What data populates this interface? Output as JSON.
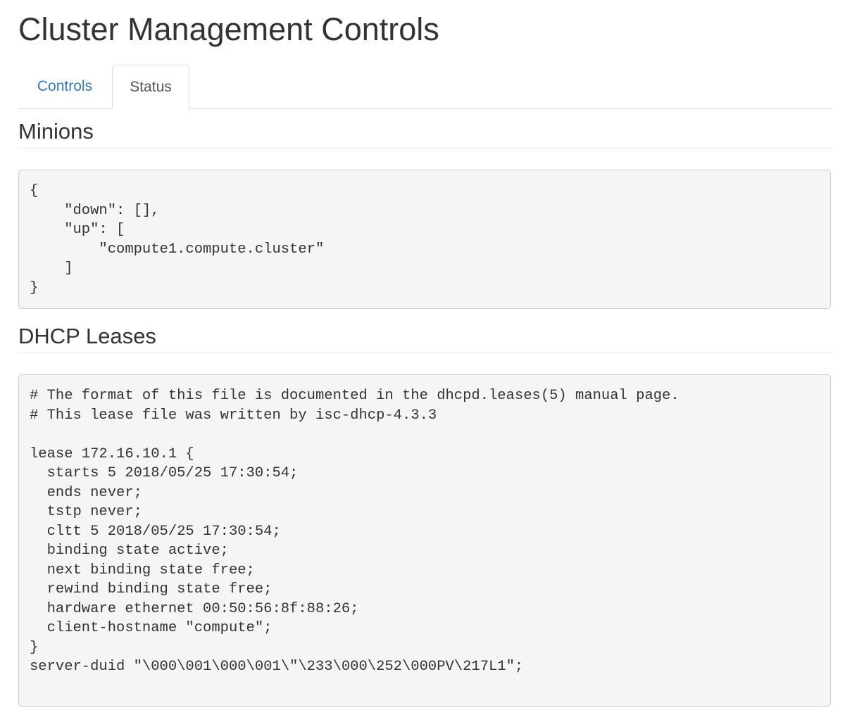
{
  "page": {
    "title": "Cluster Management Controls"
  },
  "tabs": [
    {
      "label": "Controls",
      "active": false
    },
    {
      "label": "Status",
      "active": true
    }
  ],
  "sections": {
    "minions": {
      "heading": "Minions",
      "content": "{\n    \"down\": [],\n    \"up\": [\n        \"compute1.compute.cluster\"\n    ]\n}"
    },
    "dhcp_leases": {
      "heading": "DHCP Leases",
      "content": "# The format of this file is documented in the dhcpd.leases(5) manual page.\n# This lease file was written by isc-dhcp-4.3.3\n\nlease 172.16.10.1 {\n  starts 5 2018/05/25 17:30:54;\n  ends never;\n  tstp never;\n  cltt 5 2018/05/25 17:30:54;\n  binding state active;\n  next binding state free;\n  rewind binding state free;\n  hardware ethernet 00:50:56:8f:88:26;\n  client-hostname \"compute\";\n}\nserver-duid \"\\000\\001\\000\\001\\\"\\233\\000\\252\\000PV\\217L1\";"
    }
  },
  "colors": {
    "link": "#337ab7",
    "text": "#333333",
    "code_background": "#f5f5f5",
    "border": "#dddddd"
  }
}
